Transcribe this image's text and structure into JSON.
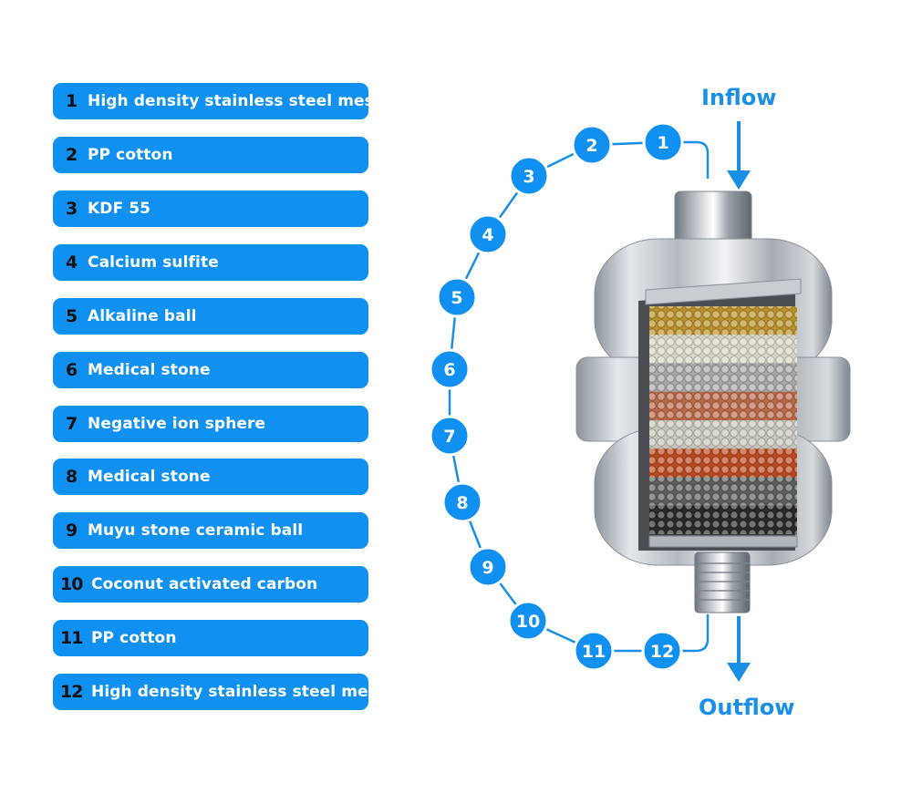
{
  "colors": {
    "accent": "#1090f0",
    "number_text": "#111111",
    "flow_label": "#1a8fe6",
    "layers": [
      "#b8912f",
      "#d8d4c8",
      "#a8a8a8",
      "#b86a4a",
      "#c8c6bc",
      "#b84a22",
      "#5c5f60",
      "#2a2a2a"
    ]
  },
  "flow": {
    "inflow": "Inflow",
    "outflow": "Outflow"
  },
  "layers": [
    {
      "number": "1",
      "label": "High density stainless steel mesh"
    },
    {
      "number": "2",
      "label": "PP cotton"
    },
    {
      "number": "3",
      "label": "KDF 55"
    },
    {
      "number": "4",
      "label": "Calcium sulfite"
    },
    {
      "number": "5",
      "label": "Alkaline ball"
    },
    {
      "number": "6",
      "label": "Medical stone"
    },
    {
      "number": "7",
      "label": "Negative ion sphere"
    },
    {
      "number": "8",
      "label": "Medical stone"
    },
    {
      "number": "9",
      "label": "Muyu stone ceramic ball"
    },
    {
      "number": "10",
      "label": "Coconut activated carbon"
    },
    {
      "number": "11",
      "label": "PP cotton"
    },
    {
      "number": "12",
      "label": "High density stainless steel mesh"
    }
  ]
}
